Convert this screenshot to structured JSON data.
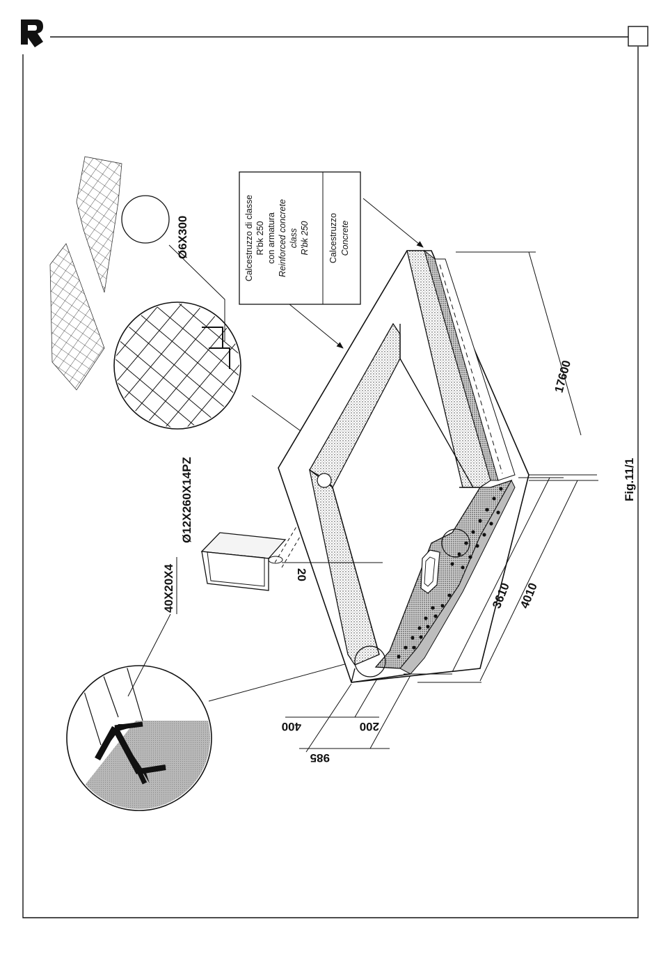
{
  "figure": {
    "caption": "Fig.11/1"
  },
  "dimensions": {
    "length_total": "17600",
    "width_outer": "4010",
    "width_inner": "3610",
    "wall_400": "400",
    "wall_200": "200",
    "wall_985": "985",
    "gap_20": "20"
  },
  "materials": {
    "reinforced": {
      "line1": "Calcestruzzo di classe",
      "line2": "R'bk 250",
      "line3": "con armatura",
      "line4": "Reinforced concrete",
      "line5": "class",
      "line6": "R'bk 250"
    },
    "concrete": {
      "line1": "Calcestruzzo",
      "line2": "Concrete"
    }
  },
  "parts": {
    "angle": "40X20X4",
    "rebar_mesh": "Ø12X260X14PZ",
    "mesh_wire": "Ø6X300"
  },
  "colors": {
    "ink": "#111111",
    "fill_light": "#e6e6e6",
    "fill_mid": "#c9c9c9",
    "fill_dark": "#a8a8a8"
  }
}
